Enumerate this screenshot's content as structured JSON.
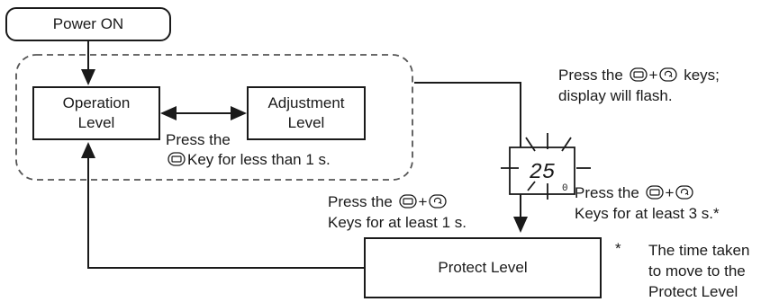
{
  "nodes": {
    "power_on": "Power ON",
    "operation_level_1": "Operation",
    "operation_level_2": "Level",
    "adjustment_level_1": "Adjustment",
    "adjustment_level_2": "Level",
    "protect_level": "Protect Level"
  },
  "labels": {
    "press_mode_1": "Press the",
    "press_mode_2": "Key for less than 1 s.",
    "flash_1_a": "Press the",
    "flash_1_b": "keys;",
    "flash_2": "display will flash.",
    "one_sec_1": "Press the",
    "one_sec_2": "Keys for at least 1 s.",
    "three_sec_1": "Press the",
    "three_sec_2": "Keys for at least 3 s.*",
    "note_star": "*",
    "note_1": "The time taken",
    "note_2": "to move to the",
    "note_3": "Protect Level"
  },
  "display": {
    "digits": "25"
  },
  "icons": [
    "mode-key-icon",
    "cycle-key-icon"
  ]
}
